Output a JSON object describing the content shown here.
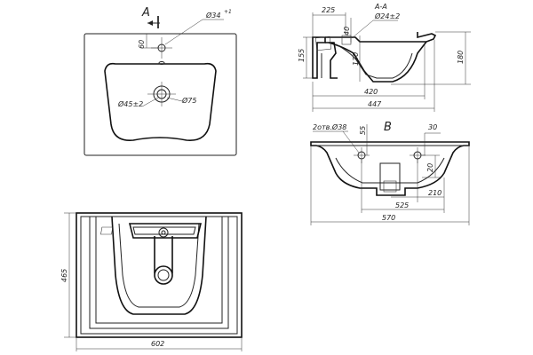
{
  "top_view": {
    "section_mark": "A",
    "dims": {
      "hole_dia": "Ø34",
      "hole_sup": "+1",
      "hole_offset": "60",
      "drain_dia": "Ø45±2",
      "drain_seat": "Ø75"
    }
  },
  "section_aa": {
    "label": "A-A",
    "dims": {
      "d225": "225",
      "d24": "Ø24±2",
      "d40": "40",
      "d130": "130",
      "d155": "155",
      "d180": "180",
      "d420": "420",
      "d447": "447"
    }
  },
  "view_b": {
    "label": "B",
    "dims": {
      "holes": "2отв.Ø38",
      "d55": "55",
      "d30": "30",
      "d20": "20",
      "d210": "210",
      "d525": "525",
      "d570": "570"
    }
  },
  "front_view": {
    "dims": {
      "d465": "465",
      "d602": "602"
    }
  }
}
